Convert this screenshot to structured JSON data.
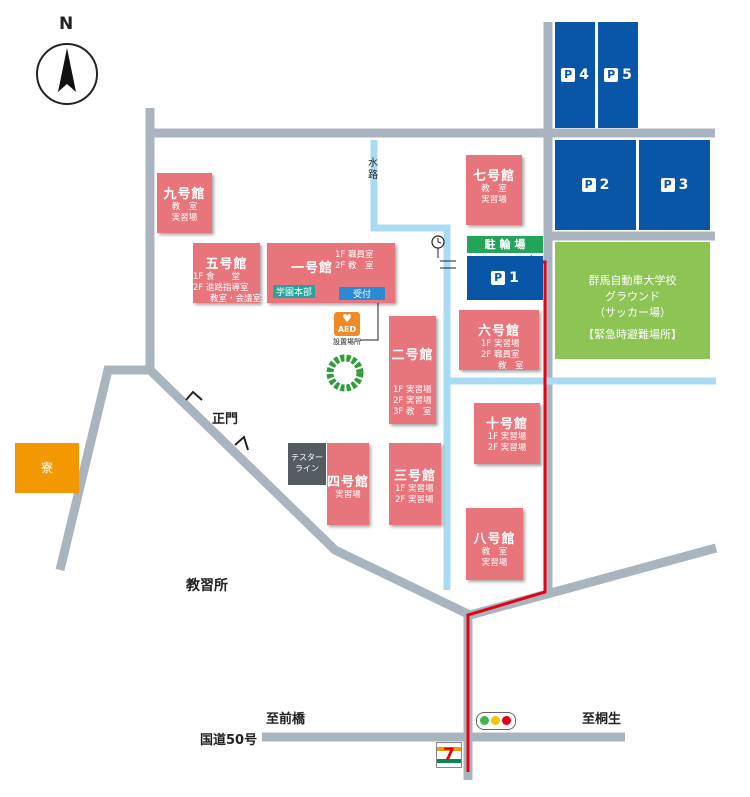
{
  "compass": {
    "label": "N"
  },
  "buildings": {
    "b9": {
      "name": "九号館",
      "sub": "教　室\n実習場"
    },
    "b5": {
      "name": "五号館",
      "sub": "1F 食　　堂\n2F 進路指導室\n　　教室・会議室"
    },
    "b1": {
      "name": "一号館",
      "sub": "1F 職員室\n2F 教　室",
      "office": "学園本部",
      "reception": "受付"
    },
    "b7": {
      "name": "七号館",
      "sub": "教　室\n実習場"
    },
    "b2": {
      "name": "二号館",
      "sub": "1F 実習場\n2F 実習場\n3F 教　室"
    },
    "b6": {
      "name": "六号館",
      "sub": "1F 実習場\n2F 職員室\n　　教　室"
    },
    "b10": {
      "name": "十号館",
      "sub": "1F 実習場\n2F 実習場"
    },
    "b4": {
      "name": "四号館",
      "sub": "実習場"
    },
    "b3": {
      "name": "三号館",
      "sub": "1F 実習場\n2F 実習場"
    },
    "b8": {
      "name": "八号館",
      "sub": "教　室\n実習場"
    }
  },
  "tester": "テスター\nライン",
  "dorm": "寮",
  "aed": {
    "label": "AED",
    "caption": "設置場所"
  },
  "bicycle": "駐 輪 場",
  "parking": {
    "p1": "1",
    "p2": "2",
    "p3": "3",
    "p4": "4",
    "p5": "5",
    "mark": "P"
  },
  "ground": {
    "title": "群馬自動車大学校",
    "sub1": "グラウンド",
    "sub2": "（サッカー場）",
    "note": "【緊急時避難場所】"
  },
  "labels": {
    "gate": "正門",
    "school": "教習所",
    "water": "水\n路",
    "route50": "国道50号",
    "to_maebashi": "至前橋",
    "to_kiryu": "至桐生",
    "seven": "7"
  },
  "colors": {
    "building": "#e8747c",
    "parking": "#0a56a6",
    "ground": "#8dc453",
    "road": "#aab4bf",
    "water": "#a9dbf3",
    "route": "#e60012",
    "dorm": "#f39800",
    "bicycle": "#22a55a"
  }
}
